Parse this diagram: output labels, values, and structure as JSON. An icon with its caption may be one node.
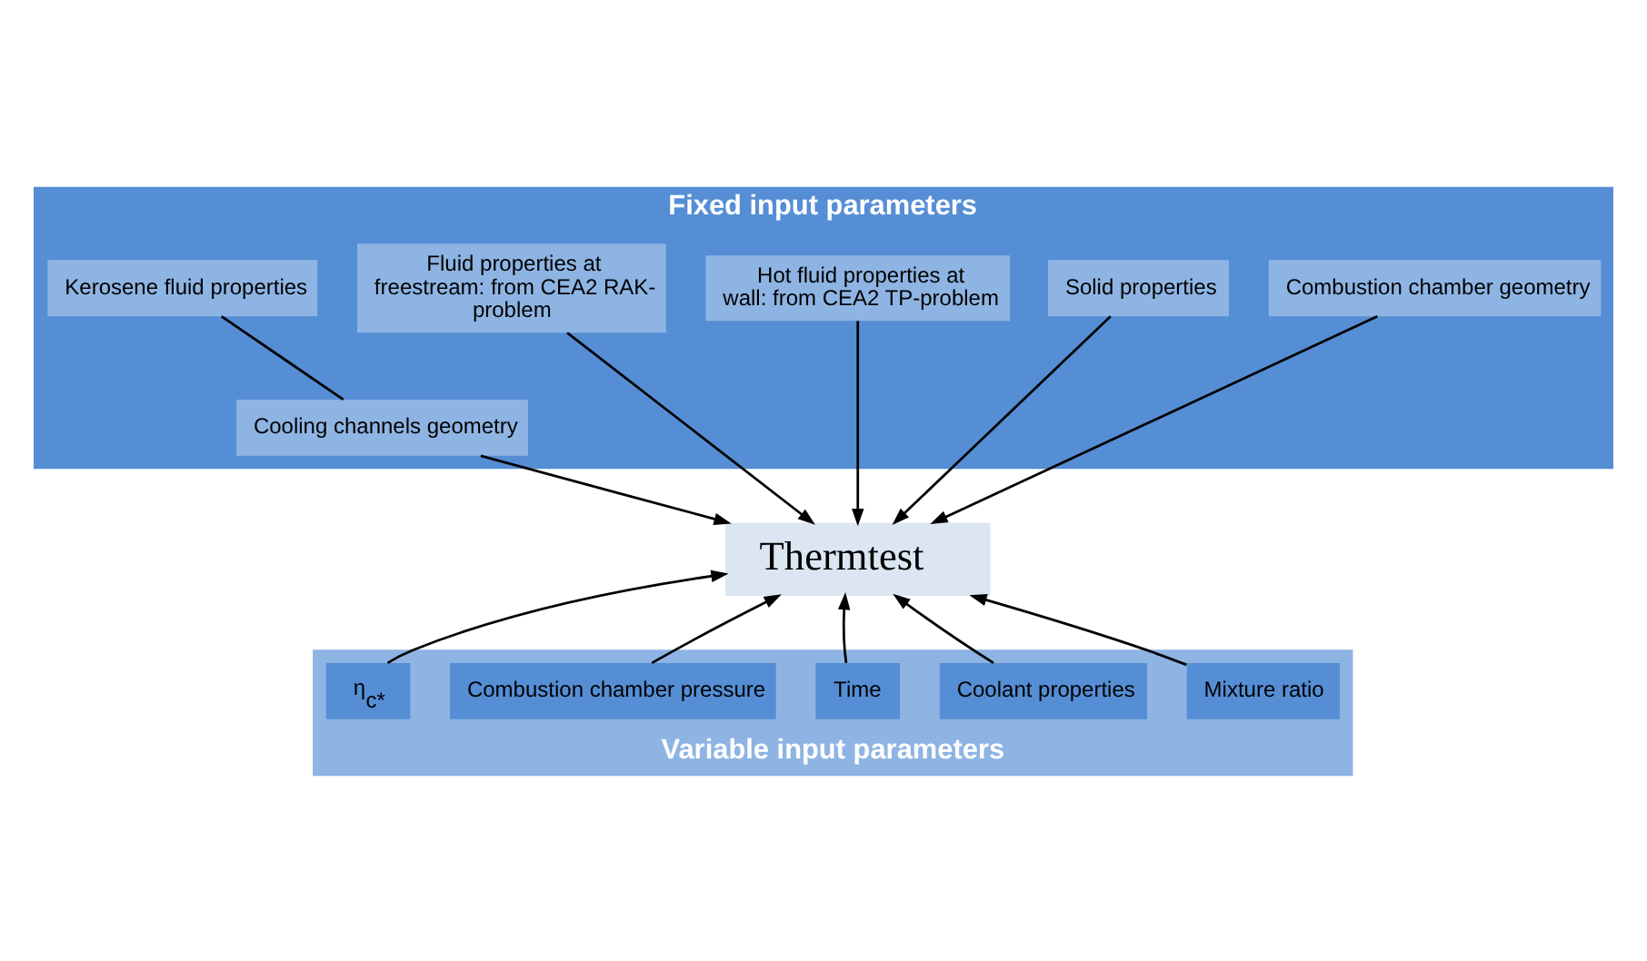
{
  "diagram": {
    "nodes": [
      {
        "text": [
          "Fixed input parameters"
        ]
      },
      {
        "text": [
          "Fluid properties at freestream: from CEA2 RAK-problem"
        ],
        "in": 0
      },
      {
        "text": [
          "Kerosene fluid properties"
        ],
        "in": 0
      },
      {
        "text": [
          "Hot fluid properties at wall: from CEA2 TP-problem"
        ],
        "in": 0
      },
      {
        "text": [
          "Solid properties"
        ],
        "in": 0
      },
      {
        "text": [
          "Cooling channels geometry"
        ],
        "in": 0
      },
      {
        "text": [
          "Combustion chamber geometry"
        ],
        "in": 0
      },
      {
        "text": [
          "Thermtest"
        ]
      },
      {
        "text": [
          "Variable input parameters"
        ]
      },
      {
        "text": [
          "Mixture ratio"
        ],
        "in": 8
      },
      {
        "text": [
          "Coolant properties"
        ],
        "in": 8
      },
      {
        "text": [
          "Time"
        ],
        "in": 8
      },
      {
        "text": [
          "Combustion chamber pressure"
        ],
        "in": 8
      },
      {
        "text": [
          "η$_{c*}$"
        ],
        "in": 8
      }
    ],
    "edges": [
      {
        "from": 1,
        "to": 7,
        "arrow": "to"
      },
      {
        "from": 2,
        "to": 5,
        "arrow": "none"
      },
      {
        "from": 5,
        "to": 7,
        "arrow": "to"
      },
      {
        "from": 3,
        "to": 7,
        "arrow": "to"
      },
      {
        "from": 4,
        "to": 7,
        "arrow": "to"
      },
      {
        "from": 6,
        "to": 7,
        "arrow": "to"
      },
      {
        "from": 9,
        "to": 7,
        "arrow": "to"
      },
      {
        "from": 12,
        "to": 7,
        "arrow": "to"
      },
      {
        "from": 11,
        "to": 7,
        "arrow": "to"
      },
      {
        "from": 13,
        "to": 7,
        "arrow": "to"
      },
      {
        "from": 10,
        "to": 7,
        "arrow": "to"
      }
    ]
  }
}
